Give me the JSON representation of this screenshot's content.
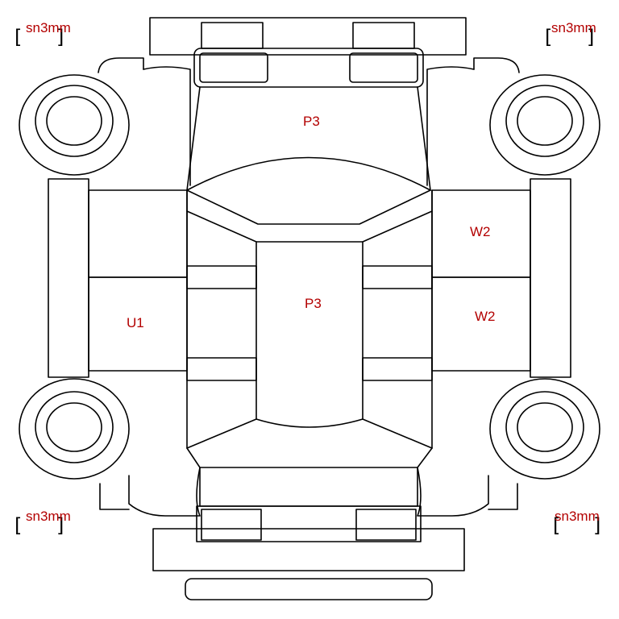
{
  "corner_labels": {
    "top_left": "sn3mm",
    "top_right": "sn3mm",
    "bottom_left": "sn3mm",
    "bottom_right": "sn3mm"
  },
  "bracket_open": "[",
  "bracket_close": "]",
  "panels": {
    "hood": "P3",
    "roof": "P3",
    "left_door": "U1",
    "right_front_door": "W2",
    "right_rear_door": "W2"
  },
  "colors": {
    "label": "#b30000",
    "line": "#000000"
  }
}
